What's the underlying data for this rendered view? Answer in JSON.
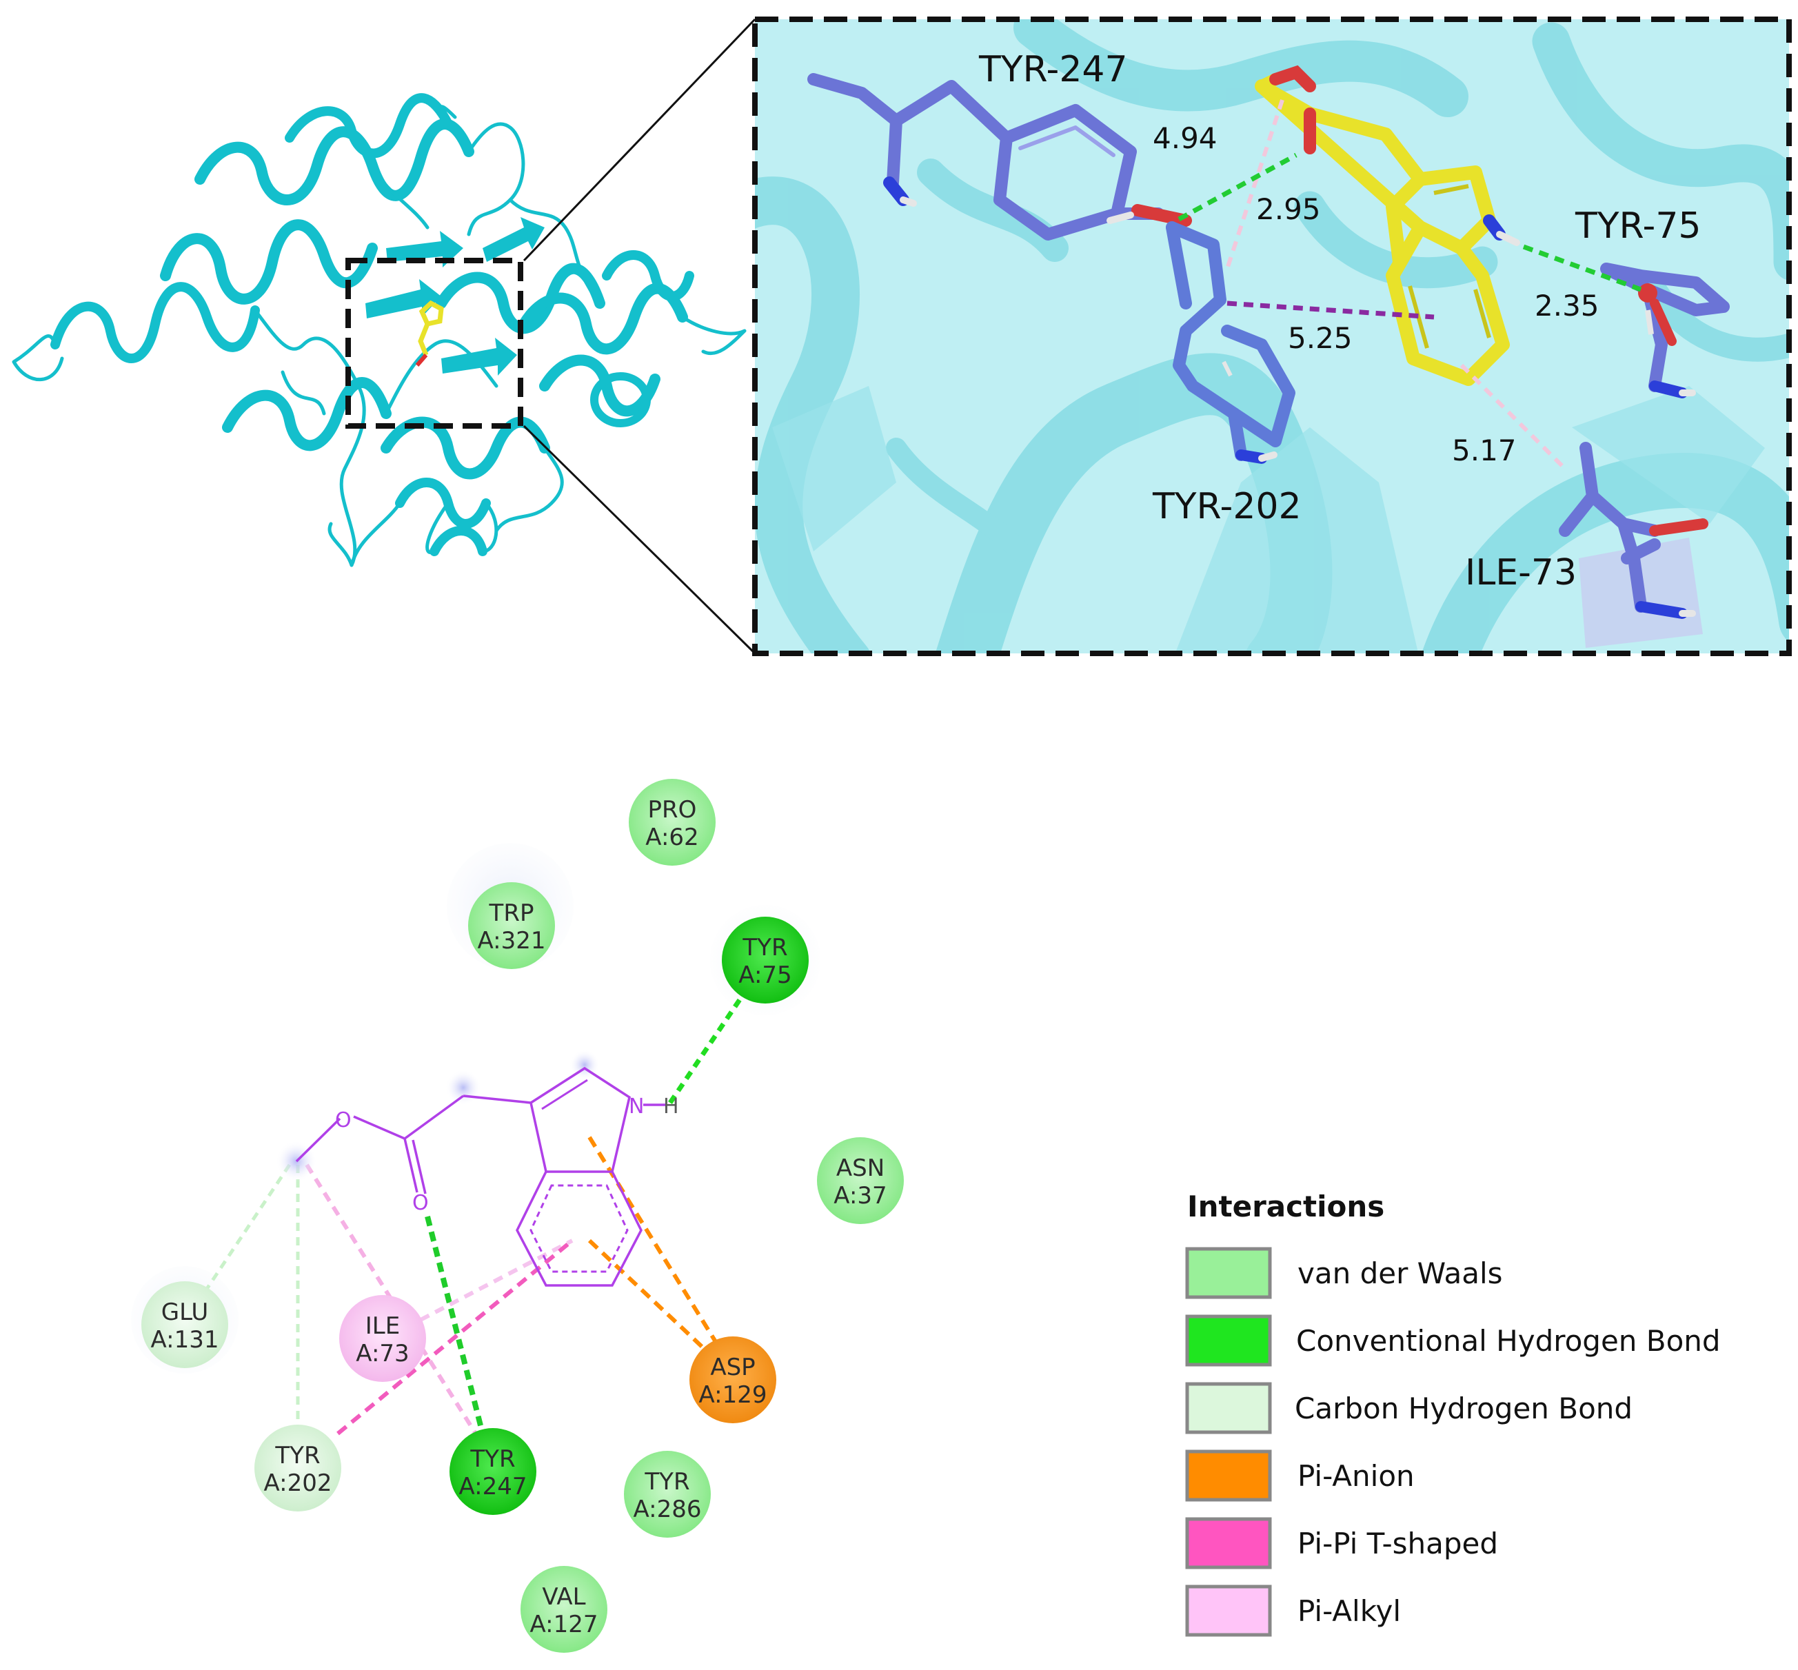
{
  "colors": {
    "protein": "#14bfcc",
    "ligand_3d": "#e8e22a",
    "residue_3d": "#6b74d6",
    "ligand_2d": "#b040e8",
    "van_der_waals": "#99f099",
    "conventional_hbond": "#1fd61f",
    "carbon_hbond": "#dcf7dc",
    "pi_anion": "#ff8c00",
    "pi_pi_tshaped": "#ff55c0",
    "pi_alkyl": "#ffc4f8"
  },
  "icons": [
    "protein-ribbon-icon",
    "ligand-stick-icon",
    "zoom-box-icon"
  ],
  "top_view": {
    "residue_labels": [
      "TYR-247",
      "TYR-202",
      "TYR-75",
      "ILE-73"
    ],
    "distances": [
      "4.94",
      "2.95",
      "5.25",
      "2.35",
      "5.17"
    ]
  },
  "residues": [
    {
      "id": "pro62",
      "l1": "PRO",
      "l2": "A:62",
      "type": "van_der_waals"
    },
    {
      "id": "trp321",
      "l1": "TRP",
      "l2": "A:321",
      "type": "van_der_waals"
    },
    {
      "id": "tyr75",
      "l1": "TYR",
      "l2": "A:75",
      "type": "conventional_hbond"
    },
    {
      "id": "asn37",
      "l1": "ASN",
      "l2": "A:37",
      "type": "van_der_waals"
    },
    {
      "id": "glu131",
      "l1": "GLU",
      "l2": "A:131",
      "type": "carbon_hbond"
    },
    {
      "id": "ile73",
      "l1": "ILE",
      "l2": "A:73",
      "type": "pi_alkyl"
    },
    {
      "id": "asp129",
      "l1": "ASP",
      "l2": "A:129",
      "type": "pi_anion"
    },
    {
      "id": "tyr202",
      "l1": "TYR",
      "l2": "A:202",
      "type": "carbon_hbond"
    },
    {
      "id": "tyr247",
      "l1": "TYR",
      "l2": "A:247",
      "type": "conventional_hbond"
    },
    {
      "id": "tyr286",
      "l1": "TYR",
      "l2": "A:286",
      "type": "van_der_waals"
    },
    {
      "id": "val127",
      "l1": "VAL",
      "l2": "A:127",
      "type": "van_der_waals"
    }
  ],
  "ligand_atoms": {
    "n": "N",
    "h": "H",
    "o1": "O",
    "o2": "O"
  },
  "legend": {
    "title": "Interactions",
    "items": [
      {
        "label": "van der Waals",
        "type": "van_der_waals"
      },
      {
        "label": "Conventional Hydrogen Bond",
        "type": "conventional_hbond"
      },
      {
        "label": "Carbon Hydrogen Bond",
        "type": "carbon_hbond"
      },
      {
        "label": "Pi-Anion",
        "type": "pi_anion"
      },
      {
        "label": "Pi-Pi T-shaped",
        "type": "pi_pi_tshaped"
      },
      {
        "label": "Pi-Alkyl",
        "type": "pi_alkyl"
      }
    ]
  }
}
